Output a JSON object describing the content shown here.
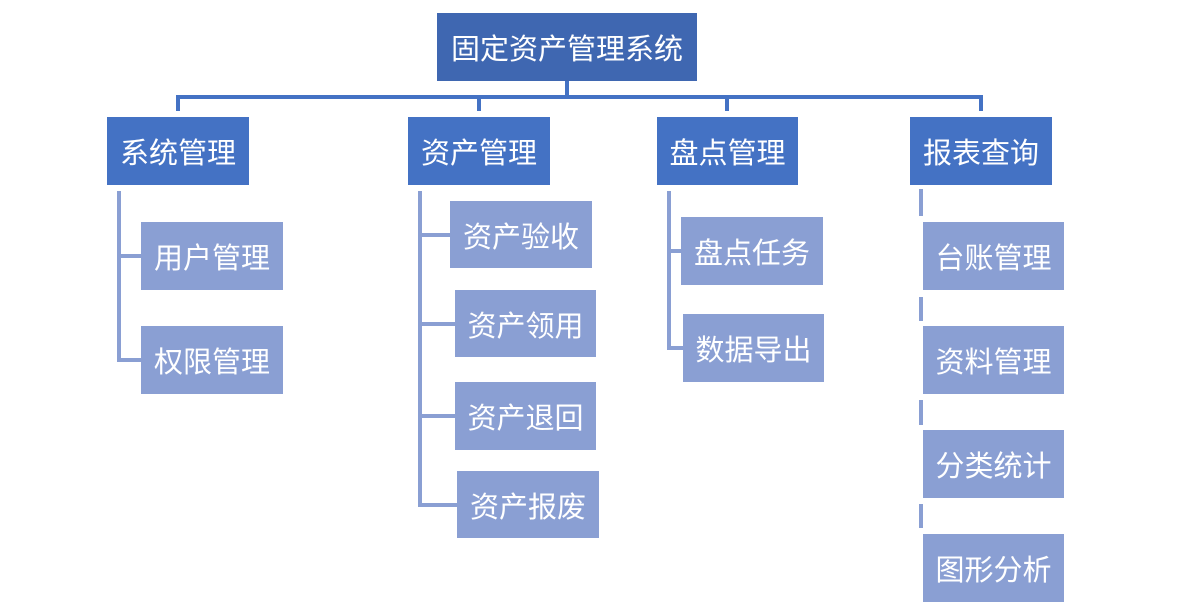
{
  "root": {
    "label": "固定资产管理系统"
  },
  "branches": [
    {
      "label": "系统管理",
      "children": [
        "用户管理",
        "权限管理"
      ]
    },
    {
      "label": "资产管理",
      "children": [
        "资产验收",
        "资产领用",
        "资产退回",
        "资产报废"
      ]
    },
    {
      "label": "盘点管理",
      "children": [
        "盘点任务",
        "数据导出"
      ]
    },
    {
      "label": "报表查询",
      "children": [
        "台账管理",
        "资料管理",
        "分类统计",
        "图形分析"
      ]
    }
  ],
  "colors": {
    "root": "#3f67b1",
    "branch": "#4472c4",
    "leaf": "#8a9fd3"
  }
}
